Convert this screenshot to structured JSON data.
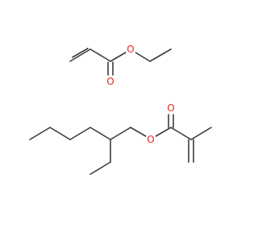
{
  "colors": {
    "background": "#ffffff",
    "bond": "#3c3c3c",
    "oxygen": "#e8261e"
  },
  "molecules": [
    {
      "atoms": [
        {
          "element": "O",
          "label": "O"
        },
        {
          "element": "O",
          "label": "O"
        }
      ]
    },
    {
      "atoms": [
        {
          "element": "O",
          "label": "O"
        },
        {
          "element": "O",
          "label": "O"
        }
      ]
    }
  ]
}
